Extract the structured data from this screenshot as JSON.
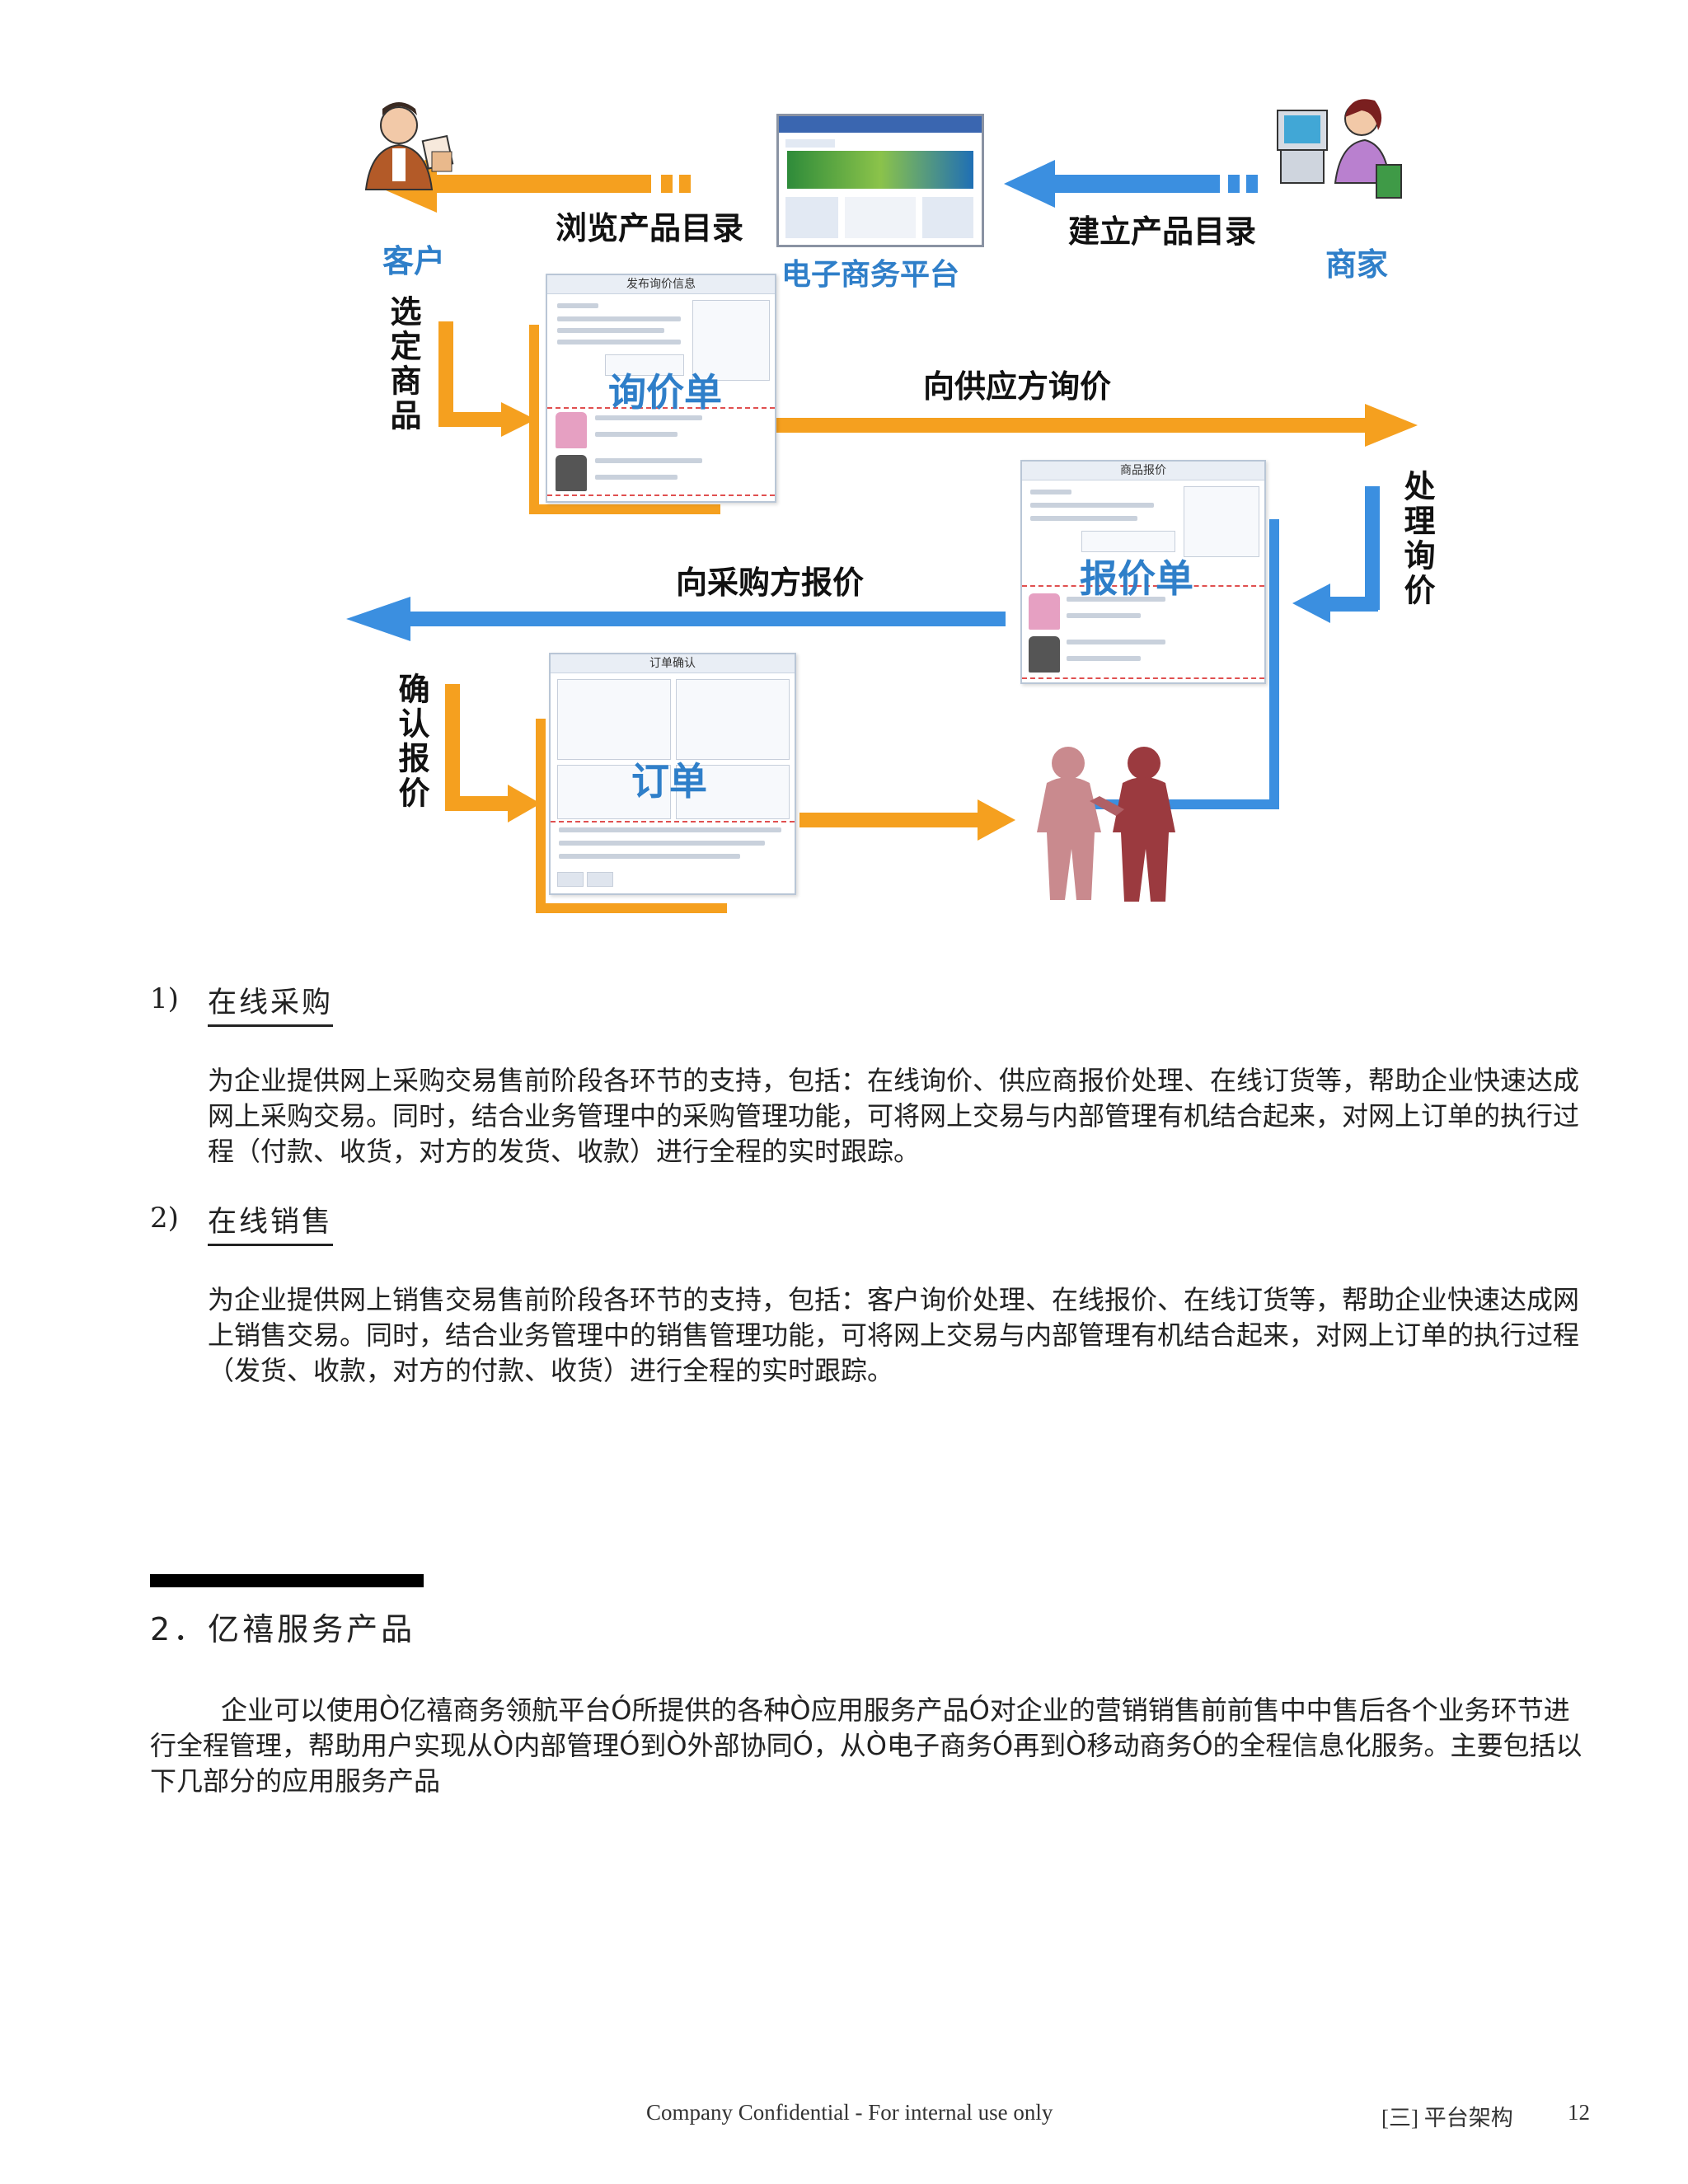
{
  "diagram": {
    "labels": {
      "customer": "客户",
      "platform": "电子商务平台",
      "merchant": "商家",
      "browse_catalog": "浏览产品目录",
      "build_catalog": "建立产品目录",
      "select_goods": "选定商品",
      "inquiry_sheet": "询价单",
      "ask_supplier": "向供应方询价",
      "handle_inquiry": "处理询价",
      "quote_sheet": "报价单",
      "quote_buyer": "向采购方报价",
      "confirm_quote": "确认报价",
      "order": "订单"
    },
    "mini_titles": {
      "inquiry": "发布询价信息",
      "quote": "商品报价",
      "order": "订单确认"
    },
    "colors": {
      "orange": "#f5a01f",
      "blue": "#3b8fe0",
      "label_blue": "#2f7fc9",
      "handshake_left": "#c98a8e",
      "handshake_right": "#9b3a3f"
    },
    "icons": [
      "businessman-icon",
      "web-platform-screenshot",
      "merchant-computer-icon",
      "handshake-icon"
    ]
  },
  "sections": [
    {
      "num": "1)",
      "title": "在线采购",
      "body": "为企业提供网上采购交易售前阶段各环节的支持，包括：在线询价、供应商报价处理、在线订货等，帮助企业快速达成网上采购交易。同时，结合业务管理中的采购管理功能，可将网上交易与内部管理有机结合起来，对网上订单的执行过程（付款、收货，对方的发货、收款）进行全程的实时跟踪。"
    },
    {
      "num": "2)",
      "title": "在线销售",
      "body": "为企业提供网上销售交易售前阶段各环节的支持，包括：客户询价处理、在线报价、在线订货等，帮助企业快速达成网上销售交易。同时，结合业务管理中的销售管理功能，可将网上交易与内部管理有机结合起来，对网上订单的执行过程（发货、收款，对方的付款、收货）进行全程的实时跟踪。"
    }
  ],
  "heading2": "2．亿禧服务产品",
  "intro": "企业可以使用Ò亿禧商务领航平台Ó所提供的各种Ò应用服务产品Ó对企业的营销销售前前售中中售后各个业务环节进行全程管理，帮助用户实现从Ò内部管理Ó到Ò外部协同Ó，从Ò电子商务Ó再到Ò移动商务Ó的全程信息化服务。主要包括以下几部分的应用服务产品",
  "footer": {
    "confidential": "Company Confidential - For internal use only",
    "section": "[三] 平台架构",
    "page": "12"
  }
}
